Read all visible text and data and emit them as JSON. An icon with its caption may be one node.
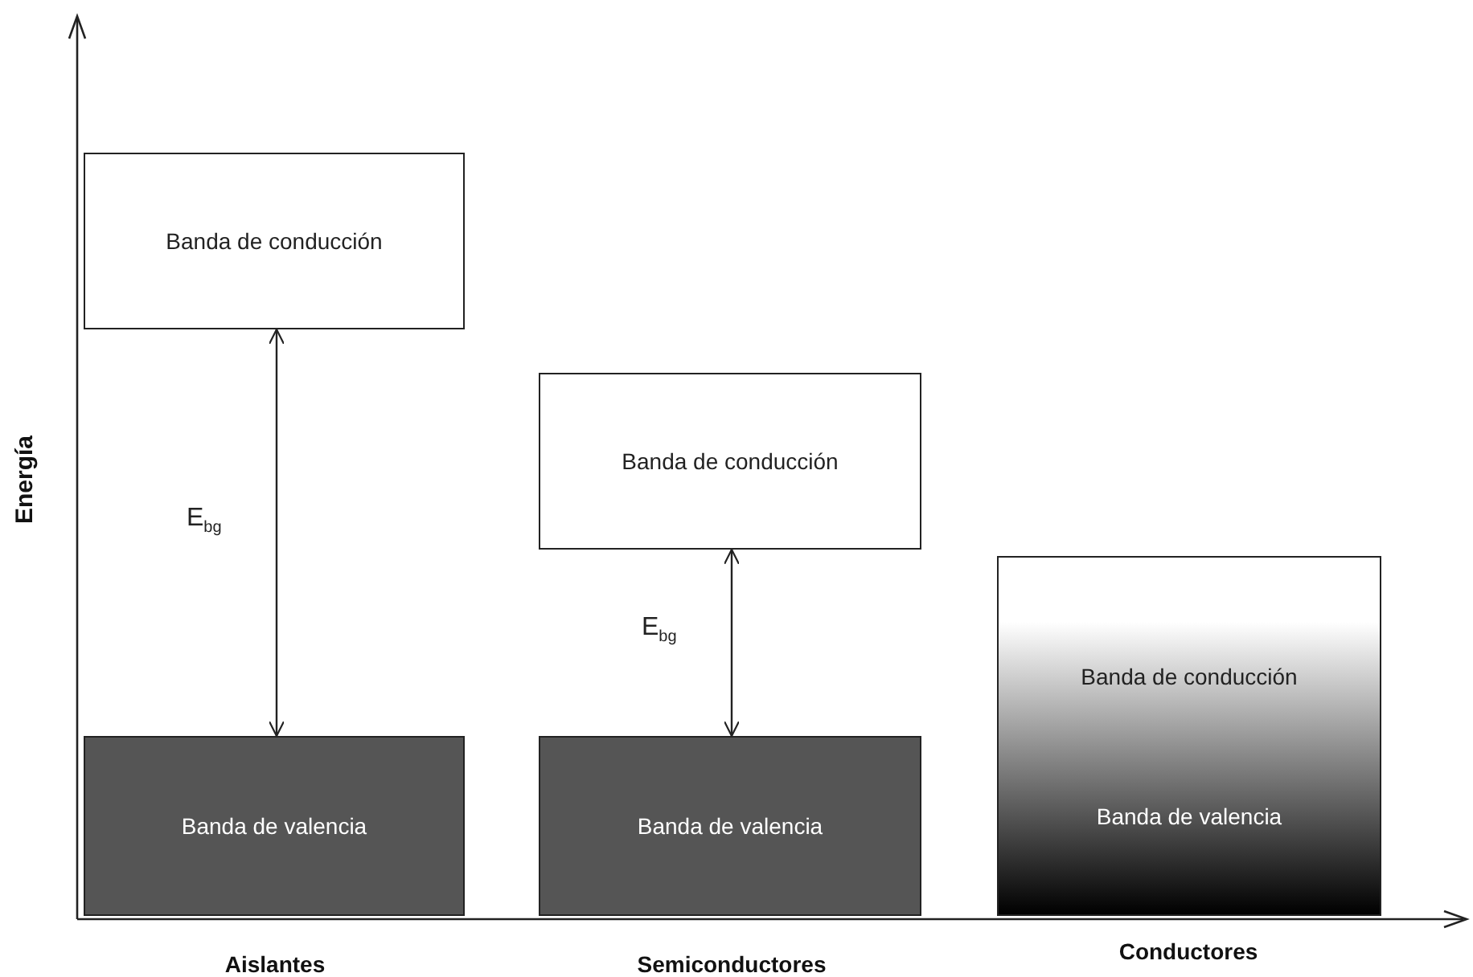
{
  "diagram": {
    "nodes": [
      {
        "text": [
          "Banda de conducción"
        ]
      },
      {
        "text": [
          "Banda de valencia"
        ]
      },
      {
        "text": [
          "Banda de conducción"
        ]
      },
      {
        "text": [
          "Banda de valencia"
        ]
      },
      {
        "text": [
          "Banda de conducción",
          "Banda de valencia"
        ]
      }
    ],
    "edges": [
      {
        "from": 0,
        "to": 1,
        "arrow": "both",
        "label": "E$_{bg}$"
      },
      {
        "from": 2,
        "to": 3,
        "arrow": "both",
        "label": "E$_{bg}$"
      }
    ],
    "labels": [
      "Energía",
      "Aislantes",
      "Semiconductores",
      "Conductores"
    ]
  }
}
